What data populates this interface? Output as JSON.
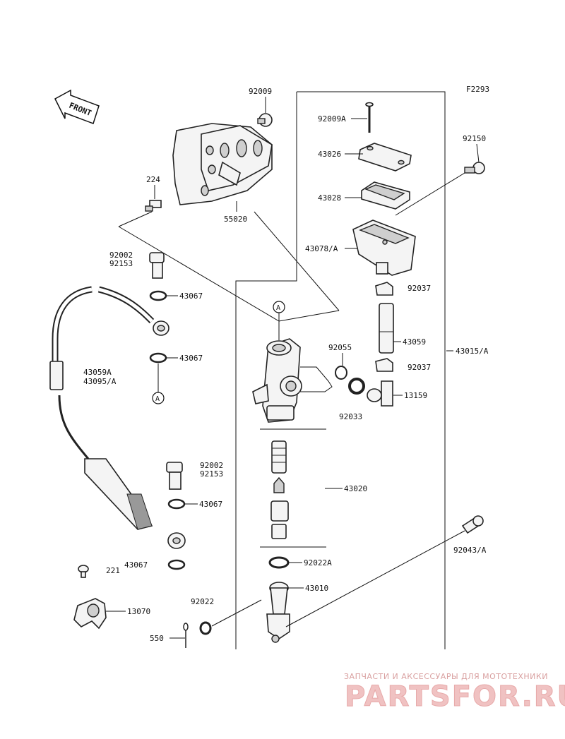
{
  "figure_code": "F2293",
  "front_label": "FRONT",
  "circle_marker": "A",
  "labels": {
    "p92009": "92009",
    "p92009a": "92009A",
    "p92150": "92150",
    "p43026": "43026",
    "p43028": "43028",
    "p224": "224",
    "p55020": "55020",
    "p43078a": "43078/A",
    "p92002_top": "92002",
    "p92153_top": "92153",
    "p43067_1": "43067",
    "p43067_2": "43067",
    "p92037_1": "92037",
    "p92037_2": "92037",
    "p43059": "43059",
    "p43015a": "43015/A",
    "p92055": "92055",
    "p43059a": "43059A",
    "p43095a": "43095/A",
    "p13159": "13159",
    "p92033": "92033",
    "p92002_mid": "92002",
    "p92153_mid": "92153",
    "p43020": "43020",
    "p43067_3": "43067",
    "p92043a": "92043/A",
    "p43067_4": "43067",
    "p221": "221",
    "p92022a": "92022A",
    "p43010": "43010",
    "p92022": "92022",
    "p13070": "13070",
    "p550": "550"
  },
  "watermark": {
    "tagline": "ЗАПЧАСТИ И АКСЕССУАРЫ ДЛЯ МОТОТЕХНИКИ",
    "brand": "PARTSFOR.RU"
  }
}
